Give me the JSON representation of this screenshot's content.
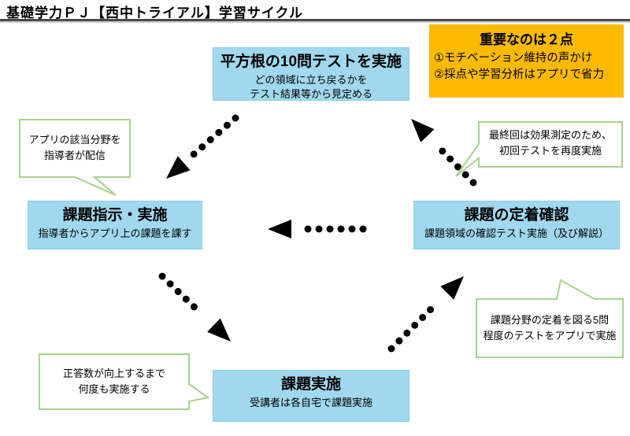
{
  "page": {
    "title": "基礎学力ＰＪ【西中トライアル】学習サイクル"
  },
  "note": {
    "title": "重要なのは２点",
    "items": [
      "①モチベーション維持の声かけ",
      "②採点や学習分析はアプリで省力"
    ]
  },
  "cycle": {
    "steps": [
      {
        "id": "initial-test",
        "title": "平方根の10問テストを実施",
        "sub": "どの領域に立ち戻るかを\nテスト結果等から見定める"
      },
      {
        "id": "assign-task",
        "title": "課題指示・実施",
        "sub": "指導者からアプリ上の課題を課す"
      },
      {
        "id": "do-task",
        "title": "課題実施",
        "sub": "受講者は各自宅で課題実施"
      },
      {
        "id": "check-retention",
        "title": "課題の定着確認",
        "sub": "課題領域の確認テスト実施（及び解説）"
      }
    ]
  },
  "callouts": [
    {
      "id": "distribute",
      "text": "アプリの該当分野を\n指導者が配信"
    },
    {
      "id": "final",
      "text": "最終回は効果測定のため、\n初回テストを再度実施"
    },
    {
      "id": "fivetest",
      "text": "課題分野の定着を図る5問\n程度のテストをアプリで実施"
    },
    {
      "id": "repeat",
      "text": "正答数が向上するまで\n何度も実施する"
    }
  ],
  "colors": {
    "step_box_blue": "#A0D8EF",
    "note_gold": "#FBBA00",
    "callout_border_green": "#A9D18E",
    "arrow_black": "#000000",
    "divider_gray": "#4a4a4a"
  }
}
